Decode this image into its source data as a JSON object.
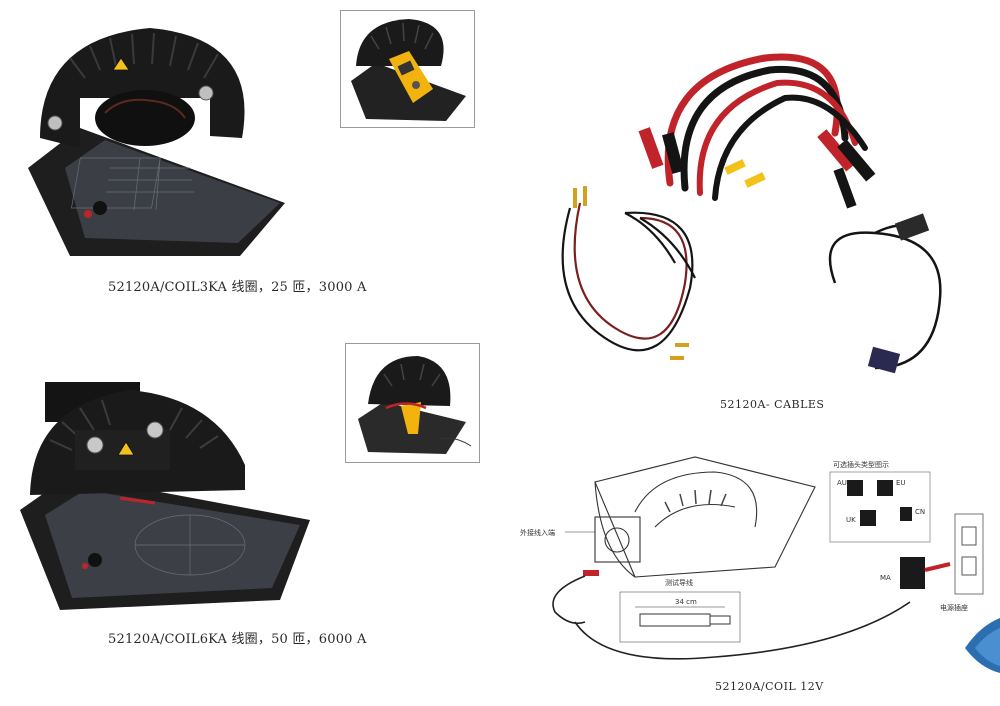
{
  "products": {
    "coil3ka": {
      "caption": "52120A/COIL3KA 线圈，25 匝，3000 A"
    },
    "coil6ka": {
      "caption": "52120A/COIL6KA 线圈，50 匝，6000 A"
    },
    "cables": {
      "caption": "52120A- CABLES"
    },
    "coil12v": {
      "caption": "52120A/COIL 12V"
    }
  },
  "diagram": {
    "labels": {
      "input_terminal": "外接线入端",
      "test_lead": "测试导线",
      "plug_types": "可选插头类型图示",
      "socket": "电源插座",
      "adapter": "MA",
      "plug_a": "AU",
      "plug_b": "EU",
      "plug_c": "UK",
      "plug_d": "CN",
      "dim": "34 cm"
    }
  },
  "colors": {
    "coil_body": "#1c1c1c",
    "panel": "#3a3e44",
    "lead_red": "#c0242a",
    "lead_black": "#141414",
    "meter_yellow": "#f2b30f",
    "page_corner": "#2c6fb0"
  }
}
